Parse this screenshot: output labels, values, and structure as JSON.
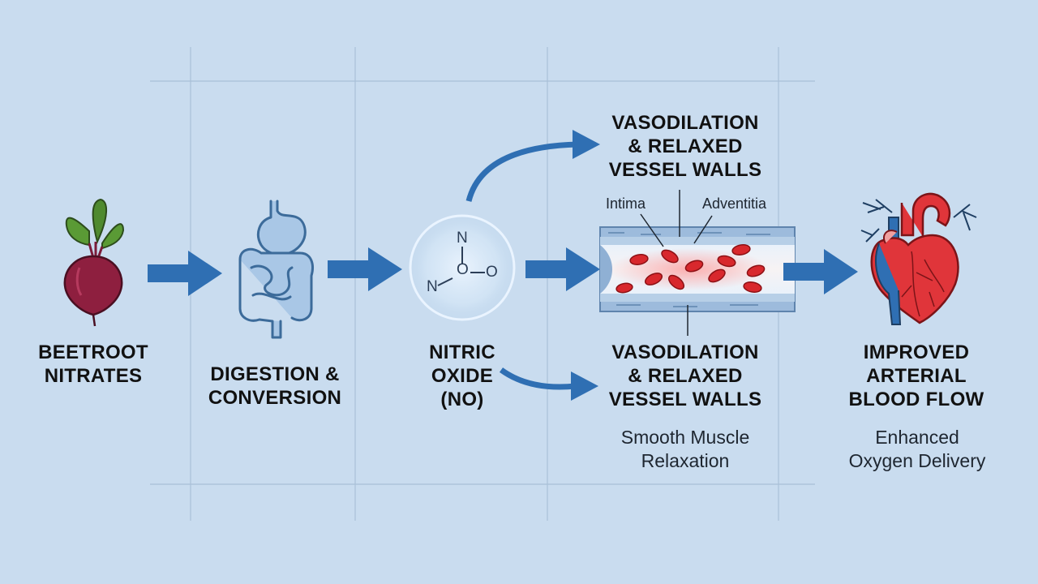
{
  "steps": {
    "beetroot": {
      "label": "BEETROOT\nNITRATES",
      "icon": "beetroot-icon"
    },
    "digestion": {
      "label": "DIGESTION &\nCONVERSION",
      "icon": "digestive-system-icon"
    },
    "nitric_oxide": {
      "label": "NITRIC\nOXIDE\n(NO)",
      "icon": "molecule-icon",
      "atoms": {
        "n_top": "N",
        "o_center": "O",
        "o_right": "O",
        "n_left": "N"
      }
    },
    "vasodilation_top": {
      "label": "VASODILATION\n& RELAXED\nVESSEL WALLS"
    },
    "vasodilation_bottom": {
      "label": "VASODILATION\n& RELAXED\nVESSEL WALLS",
      "sublabel": "Smooth Muscle\nRelaxation",
      "icon": "blood-vessel-icon"
    },
    "heart": {
      "label": "IMPROVED\nARTERIAL\nBLOOD FLOW",
      "sublabel": "Enhanced\nOxygen Delivery",
      "icon": "heart-icon"
    }
  },
  "vessel_labels": {
    "intima": "Intima",
    "adventitia": "Adventitia"
  },
  "colors": {
    "background": "#c9dcef",
    "arrow": "#2f6fb3",
    "grid": "#9fb6cf",
    "vessel_wall": "#7fa1c6",
    "blood_cell": "#d8282d",
    "beet": "#8e1f3f",
    "leaf": "#4f8a2f",
    "heart": "#e0353a",
    "artery": "#2f6fb3"
  }
}
